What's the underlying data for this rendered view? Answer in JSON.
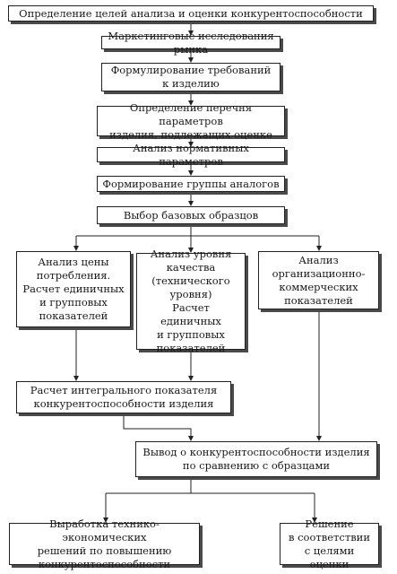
{
  "boxes": {
    "goals": "Определение целей анализа и оценки конкурентоспособности",
    "marketing": "Маркетинговые исследования рынка",
    "requirements": "Формулирование требований\nк изделию",
    "params_list": "Определение перечня параметров\nизделия, подлежащих оценке",
    "normative": "Анализ нормативных параметров",
    "analog_group": "Формирование группы аналогов",
    "base_samples": "Выбор базовых образцов",
    "price_analysis": "Анализ цены\nпотребления.\nРасчет единичных\nи групповых\nпоказателей",
    "quality_analysis": "Анализ уровня\nкачества\n(технического\nуровня)\nРасчет единичных\nи групповых\nпоказателей",
    "org_analysis": "Анализ\nорганизационно-\nкоммерческих\nпоказателей",
    "integral": "Расчет интегрального показателя\nконкурентоспособности изделия",
    "conclusion": "Вывод о конкурентоспособности изделия\nпо сравнению с образцами",
    "tech_econ": "Выработка технико-экономических\nрешений по повышению\nконкурентоспособности",
    "decision": "Решение\nв соответствии\nс целями оценки"
  }
}
